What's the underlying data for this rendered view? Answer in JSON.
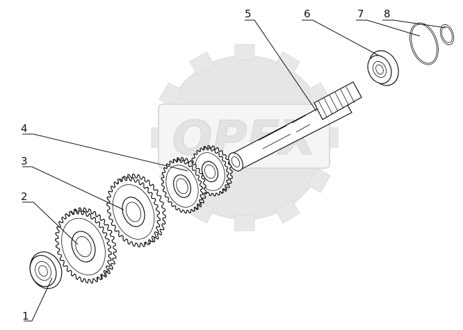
{
  "watermark": {
    "text": "OPEX"
  },
  "callouts": [
    {
      "id": "1",
      "label": "1"
    },
    {
      "id": "2",
      "label": "2"
    },
    {
      "id": "3",
      "label": "3"
    },
    {
      "id": "4",
      "label": "4"
    },
    {
      "id": "5",
      "label": "5"
    },
    {
      "id": "6",
      "label": "6"
    },
    {
      "id": "7",
      "label": "7"
    },
    {
      "id": "8",
      "label": "8"
    }
  ]
}
